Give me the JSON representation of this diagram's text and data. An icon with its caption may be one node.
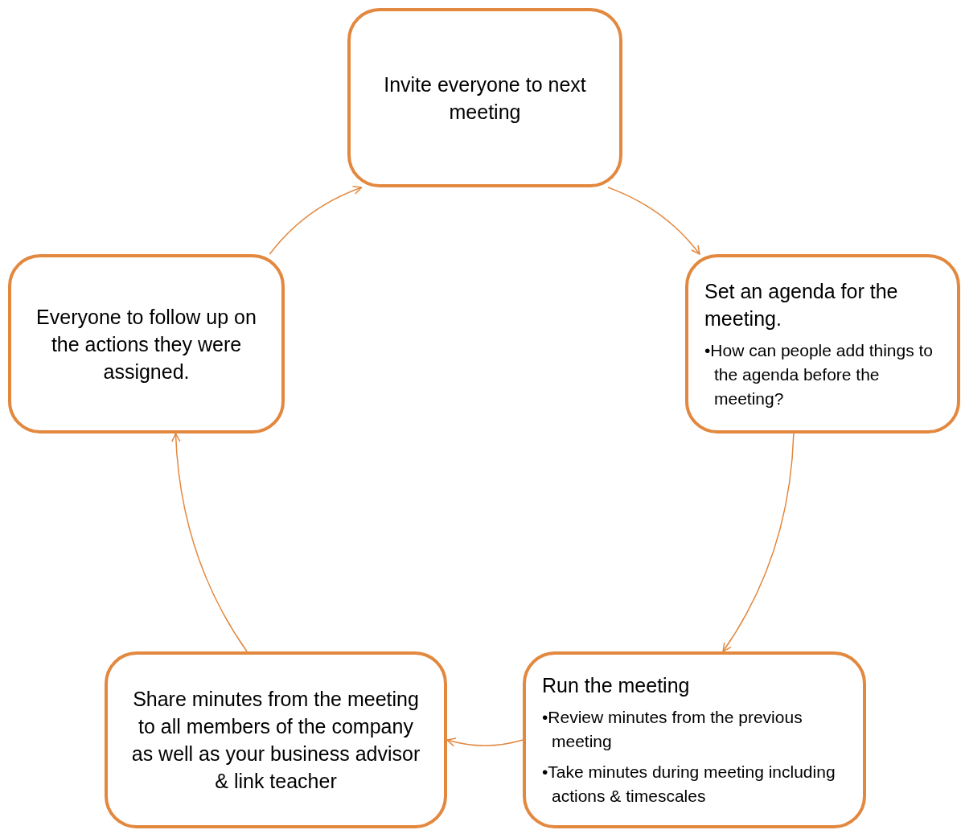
{
  "diagram": {
    "nodes": [
      {
        "text": [
          "Invite everyone to next meeting"
        ]
      },
      {
        "text": [
          "Set an agenda for the meeting.",
          "•How can people add things to the agenda before the meeting?"
        ]
      },
      {
        "text": [
          "Run the meeting",
          "•Review minutes from the previous meeting",
          "•Take minutes during meeting including actions & timescales"
        ]
      },
      {
        "text": [
          "Share minutes from the meeting to all members of the company as well as your business advisor & link teacher"
        ]
      },
      {
        "text": [
          "Everyone to follow up on the actions they were assigned."
        ]
      }
    ],
    "edges": [
      {
        "from": 0,
        "to": 1,
        "arrow": "to"
      },
      {
        "from": 1,
        "to": 2,
        "arrow": "to"
      },
      {
        "from": 2,
        "to": 3,
        "arrow": "to"
      },
      {
        "from": 3,
        "to": 4,
        "arrow": "to"
      },
      {
        "from": 4,
        "to": 0,
        "arrow": "to"
      }
    ]
  }
}
